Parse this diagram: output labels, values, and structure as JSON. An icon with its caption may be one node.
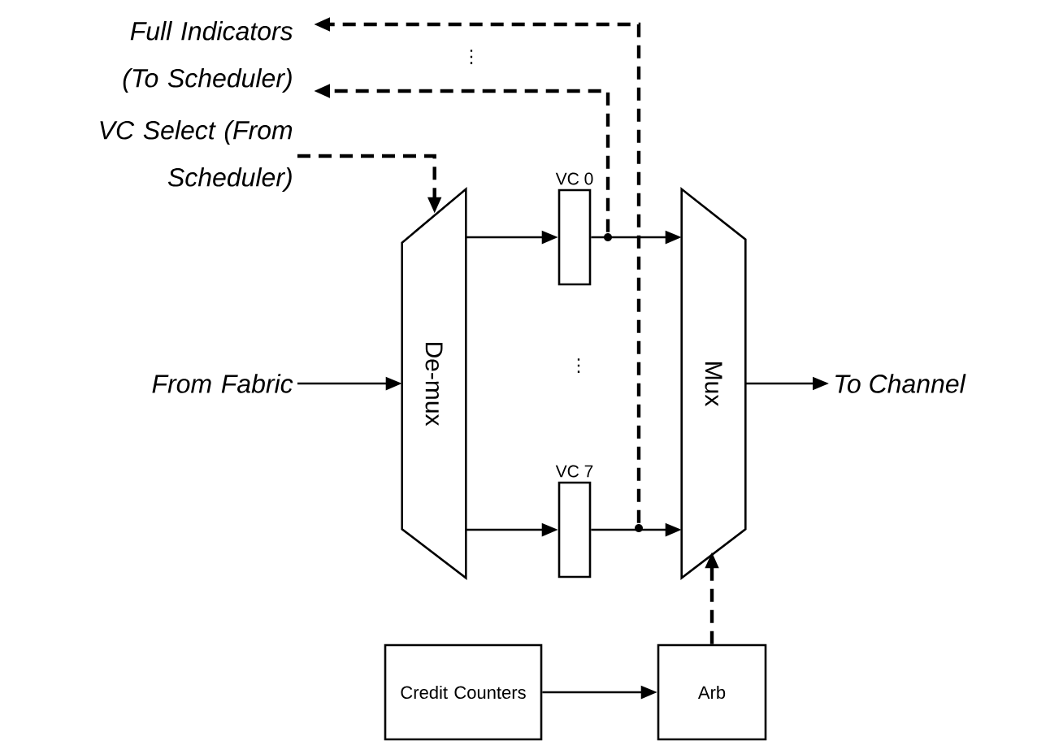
{
  "diagram": {
    "nodes": [
      {
        "text": [
          "Full Indicators (To Scheduler)"
        ]
      },
      {
        "text": [
          "VC Select (From Scheduler)"
        ]
      },
      {
        "text": [
          "From Fabric"
        ]
      },
      {
        "text": [
          "De-mux"
        ]
      },
      {
        "text": [
          "VC 0"
        ]
      },
      {
        "text": [
          "VC 7"
        ]
      },
      {
        "text": [],
        "shape": "circle"
      },
      {
        "text": [],
        "shape": "circle"
      },
      {
        "text": [
          "Mux"
        ]
      },
      {
        "text": [
          "To Channel"
        ]
      },
      {
        "text": [
          "Credit Counters"
        ]
      },
      {
        "text": [
          "Arb"
        ]
      }
    ],
    "edges": [
      {
        "from": 2,
        "to": 3,
        "arrow": "to"
      },
      {
        "from": 3,
        "to": 4,
        "arrow": "to"
      },
      {
        "from": 3,
        "to": 5,
        "arrow": "to"
      },
      {
        "from": 4,
        "to": 8,
        "arrow": "to"
      },
      {
        "from": 5,
        "to": 8,
        "arrow": "to"
      },
      {
        "from": 6,
        "to": 0,
        "arrow": "to",
        "style": "dashed"
      },
      {
        "from": 7,
        "to": 0,
        "arrow": "to",
        "style": "dashed"
      },
      {
        "from": 1,
        "to": 3,
        "arrow": "to",
        "style": "dashed"
      },
      {
        "from": 8,
        "to": 9,
        "arrow": "to"
      },
      {
        "from": 10,
        "to": 11,
        "arrow": "to"
      },
      {
        "from": 11,
        "to": 8,
        "arrow": "to",
        "style": "dashed"
      }
    ],
    "labels": [
      "⋮",
      "⋮"
    ]
  }
}
